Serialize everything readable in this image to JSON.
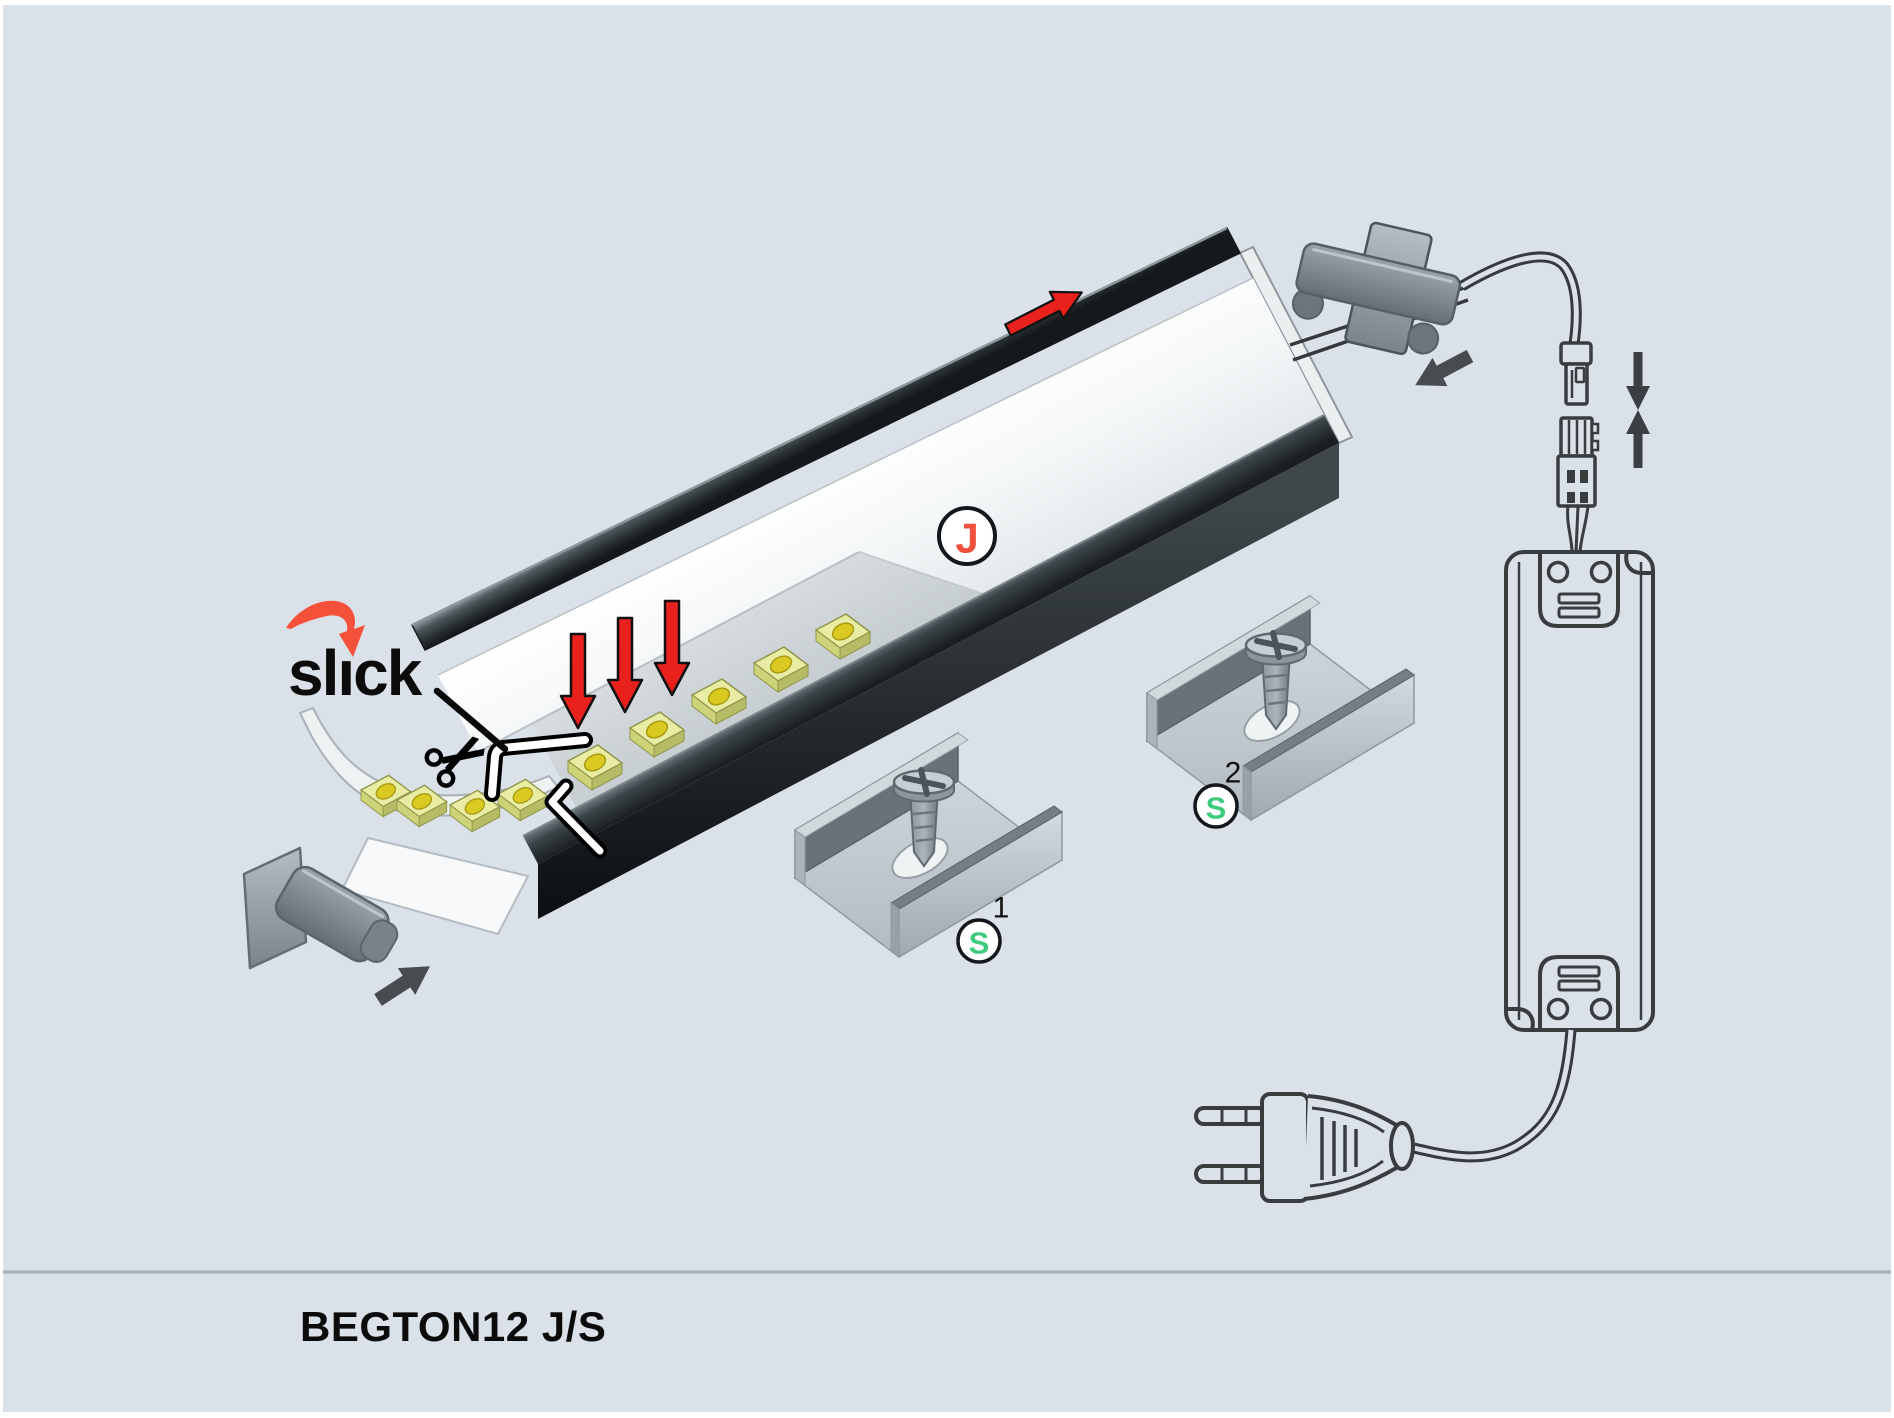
{
  "page": {
    "caption": "BEGTON12 J/S"
  },
  "brand": {
    "logo_text": "slıck"
  },
  "badges": {
    "profile": {
      "letter": "J",
      "color": "#f0503c"
    },
    "clip_screw_1": {
      "letter": "S",
      "index": "1",
      "color": "#3ecb7e"
    },
    "clip_screw_2": {
      "letter": "S",
      "index": "2",
      "color": "#3ecb7e"
    }
  },
  "colors": {
    "background": "#dbe1e8",
    "frame": "#ffffff",
    "divider": "#a2aeb6",
    "arrow_red": "#e8211d",
    "arrow_dark": "#474c50",
    "outline_drawings": "#383d40",
    "brand_arrow": "#f4503a",
    "ink": "#0c0c0c"
  },
  "icons": {
    "scissors-icon": "scissors-shape",
    "insert-arrow-icon": "red-arrow-down",
    "feed-arrow-icon": "red-arrow-along-profile",
    "cap-arrow-icon": "dark-direction-arrow",
    "join-arrows-icon": "two-opposing-arrows"
  }
}
